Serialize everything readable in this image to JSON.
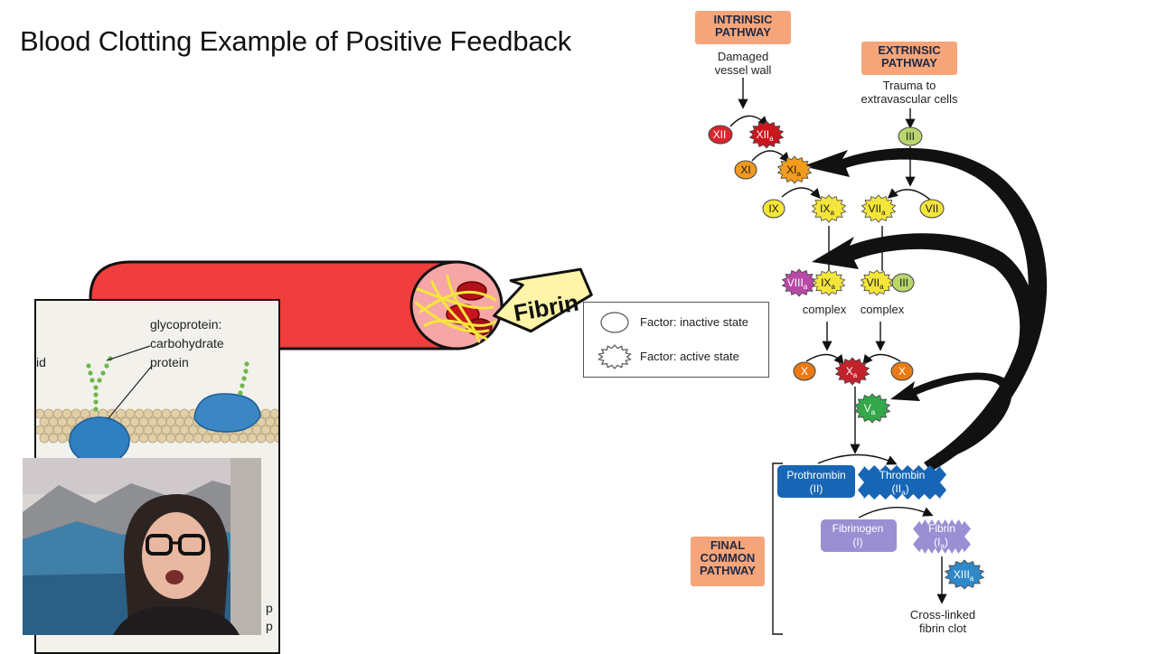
{
  "slide": {
    "title": "Blood Clotting Example of Positive Feedback"
  },
  "vessel_illustration": {
    "callout_label": "Fibrin",
    "colors": {
      "vessel": "#f03e3e",
      "lumen": "#f6a6a6",
      "fibrin": "#f5e63c",
      "rbc": "#b3101c"
    }
  },
  "legend": {
    "inactive_label": "Factor: inactive state",
    "active_label": "Factor: active state"
  },
  "pathways": {
    "intrinsic": {
      "title_line1": "INTRINSIC",
      "title_line2": "PATHWAY",
      "trigger_line1": "Damaged",
      "trigger_line2": "vessel wall"
    },
    "extrinsic": {
      "title_line1": "EXTRINSIC",
      "title_line2": "PATHWAY",
      "trigger_line1": "Trauma to",
      "trigger_line2": "extravascular cells"
    },
    "final": {
      "title_line1": "FINAL",
      "title_line2": "COMMON",
      "title_line3": "PATHWAY"
    }
  },
  "factors": {
    "XII": "XII",
    "XIIa": "XII",
    "XI": "XI",
    "XIa": "XI",
    "IX": "IX",
    "IXa": "IX",
    "III": "III",
    "VIIa": "VII",
    "VII": "VII",
    "VIIIa_complex": "VIII",
    "IXa_complex": "IX",
    "VIIa_complex": "VII",
    "III_complex": "III",
    "complex_label": "complex",
    "X_left": "X",
    "Xa": "X",
    "X_right": "X",
    "Va": "V",
    "subscript_a": "a",
    "prothrombin_line1": "Prothrombin",
    "prothrombin_line2": "(II)",
    "thrombin_line1": "Thrombin",
    "thrombin_line2": "(II",
    "fibrinogen_line1": "Fibrinogen",
    "fibrinogen_line2": "(I)",
    "fibrin_line1": "Fibrin",
    "fibrin_line2": "(I",
    "XIIIa": "XIII",
    "clot_line1": "Cross-linked",
    "clot_line2": "fibrin clot",
    "close_paren": ")"
  },
  "membrane_panel": {
    "label_line1": "glycoprotein:",
    "label_line2": "carbohydrate",
    "label_line3": "protein",
    "edge_text_left": "id",
    "edge_text_bottom1": "p",
    "edge_text_bottom2": "p"
  }
}
